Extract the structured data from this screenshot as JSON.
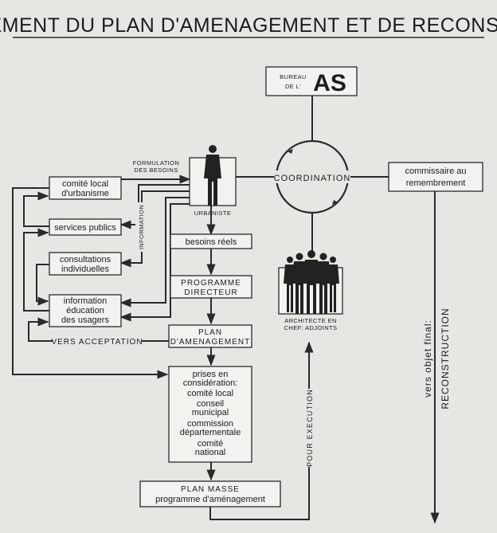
{
  "title": "ETABLISSEMENT DU PLAN D'AMENAGEMENT ET DE RECONSTRUCTION",
  "bureau": {
    "line1": "BUREAU",
    "line2": "DE L'",
    "abbr": "AS"
  },
  "coordination": "COORDINATION",
  "commissaire": {
    "line1": "commissaire au",
    "line2": "remembrement"
  },
  "urbaniste": "URBANISTE",
  "formulation": {
    "line1": "FORMULATION",
    "line2": "DES BESOINS"
  },
  "information_label": "INFORMATION",
  "left_boxes": {
    "comite": {
      "line1": "comité local",
      "line2": "d'urbanisme"
    },
    "services": "services publics",
    "consultations": {
      "line1": "consultations",
      "line2": "individuelles"
    },
    "information": {
      "line1": "information",
      "line2": "éducation",
      "line3": "des usagers"
    }
  },
  "center_boxes": {
    "besoins": "besoins réels",
    "programme": {
      "line1": "PROGRAMME",
      "line2": "DIRECTEUR"
    },
    "plan": {
      "line1": "PLAN",
      "line2": "D'AMENAGEMENT"
    },
    "prises": {
      "line1": "prises en",
      "line2": "considération:",
      "line3": "comité local",
      "line4": "conseil",
      "line5": "municipal",
      "line6": "commission",
      "line7": "départementale",
      "line8": "comité",
      "line9": "national"
    },
    "masse": {
      "line1": "PLAN MASSE",
      "line2": "programme d'aménagement"
    }
  },
  "vers_acceptation": "VERS ACCEPTATION",
  "architecte": {
    "line1": "ARCHITECTE EN",
    "line2": "CHEF: ADJOINTS"
  },
  "pour_execution": "POUR EXECUTION",
  "vers_objet": {
    "line1": "vers objet final:",
    "line2": "RECONSTRUCTION"
  }
}
